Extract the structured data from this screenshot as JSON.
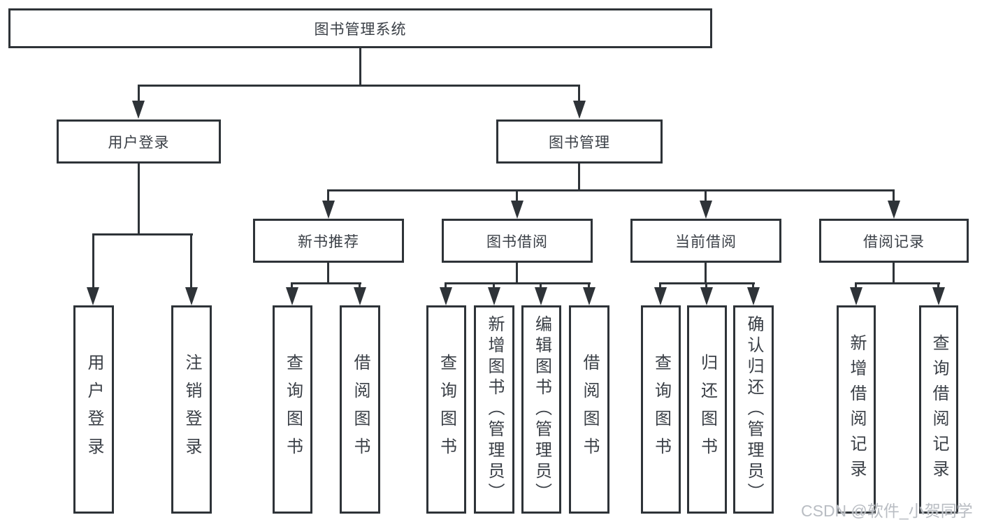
{
  "theme": {
    "line": "#2e3338",
    "text": "#3a3f46",
    "bg": "#ffffff",
    "watermark": "#b9bdc3"
  },
  "nodes": {
    "root": "图书管理系统",
    "user_login": "用户登录",
    "book_mgmt": "图书管理",
    "new_books": "新书推荐",
    "book_borrow": "图书借阅",
    "current_borrow": "当前借阅",
    "borrow_records": "借阅记录",
    "ul_login": "用户登录",
    "ul_logout": "注销登录",
    "nb_query": "查询图书",
    "nb_borrow": "借阅图书",
    "bb_query": "查询图书",
    "bb_add": "新增图书（管理员）",
    "bb_edit": "编辑图书（管理员）",
    "bb_borrow": "借阅图书",
    "cb_query": "查询图书",
    "cb_return": "归还图书",
    "cb_confirm": "确认归还（管理员）",
    "br_add": "新增借阅记录",
    "br_query": "查询借阅记录"
  },
  "watermark": {
    "text": "CSDN @软件_小贺同学"
  }
}
